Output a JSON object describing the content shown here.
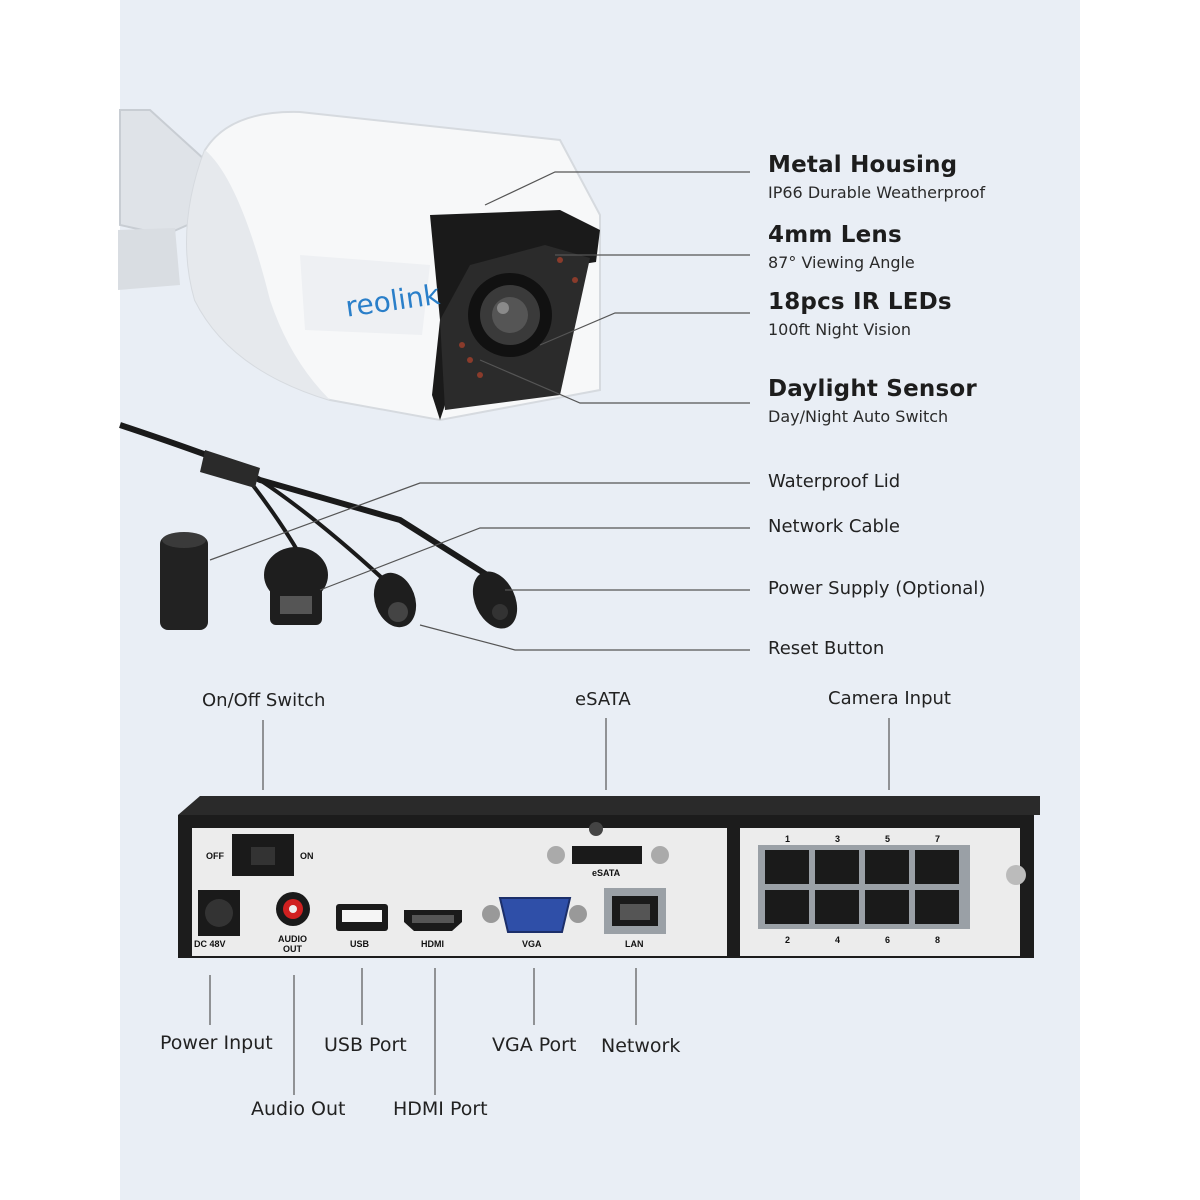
{
  "brand": "reolink",
  "camera_features": [
    {
      "title": "Metal Housing",
      "subtitle": "IP66 Durable Weatherproof"
    },
    {
      "title": "4mm Lens",
      "subtitle": "87° Viewing Angle"
    },
    {
      "title": "18pcs IR LEDs",
      "subtitle": "100ft Night Vision"
    },
    {
      "title": "Daylight Sensor",
      "subtitle": "Day/Night Auto Switch"
    }
  ],
  "cable_parts": [
    "Waterproof Lid",
    "Network Cable",
    "Power Supply (Optional)",
    "Reset Button"
  ],
  "nvr_top_labels": {
    "switch": "On/Off Switch",
    "esata": "eSATA",
    "camera_input": "Camera Input"
  },
  "nvr_bottom_labels": {
    "power_input": "Power Input",
    "audio_out": "Audio Out",
    "usb_port": "USB Port",
    "hdmi_port": "HDMI Port",
    "vga_port": "VGA Port",
    "network": "Network"
  },
  "panel_text": {
    "off": "OFF",
    "on": "ON",
    "dc": "DC 48V",
    "audio1": "AUDIO",
    "audio2": "OUT",
    "usb": "USB",
    "hdmi": "HDMI",
    "vga": "VGA",
    "lan": "LAN",
    "esata": "eSATA",
    "ports_top": [
      "1",
      "3",
      "5",
      "7"
    ],
    "ports_bottom": [
      "2",
      "4",
      "6",
      "8"
    ]
  },
  "colors": {
    "background": "#e9eef5",
    "nvr_body": "#1c1c1c",
    "panel": "#ececec",
    "vga_blue": "#2f4fa8"
  }
}
